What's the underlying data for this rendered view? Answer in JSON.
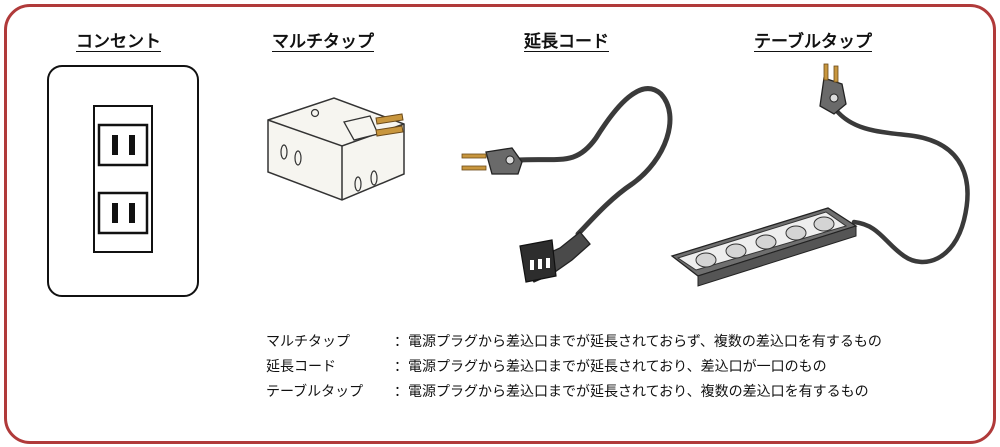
{
  "headings": {
    "outlet": "コンセント",
    "multi_tap": "マルチタップ",
    "extension_cord": "延長コード",
    "table_tap": "テーブルタップ"
  },
  "illustrations": [
    "wall-outlet-icon",
    "multi-tap-adapter-icon",
    "extension-cord-icon",
    "power-strip-icon"
  ],
  "definitions": [
    {
      "term": "マルチタップ",
      "desc": "：電源プラグから差込口までが延長されておらず、複数の差込口を有するもの"
    },
    {
      "term": "延長コード",
      "desc": "：電源プラグから差込口までが延長されており、差込口が一口のもの"
    },
    {
      "term": "テーブルタップ",
      "desc": "：電源プラグから差込口までが延長されており、複数の差込口を有するもの"
    }
  ],
  "colors": {
    "frame": "#b03a3a",
    "device": "#f6f5f0",
    "cord": "#3a3a3a",
    "plug": "#c8963e"
  }
}
